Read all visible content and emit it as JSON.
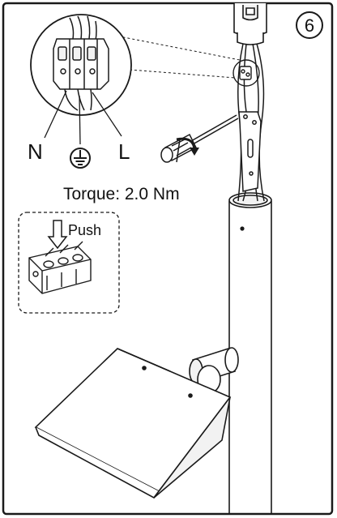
{
  "step": {
    "number": "6"
  },
  "wiring": {
    "neutral_label": "N",
    "live_label": "L",
    "ground_symbol": "earth-ground-icon"
  },
  "torque": {
    "text": "Torque: 2.0 Nm"
  },
  "inset": {
    "push_label": "Push"
  },
  "colors": {
    "line": "#1a1a1a",
    "paper": "#ffffff",
    "panel": "#f2f2f2"
  }
}
